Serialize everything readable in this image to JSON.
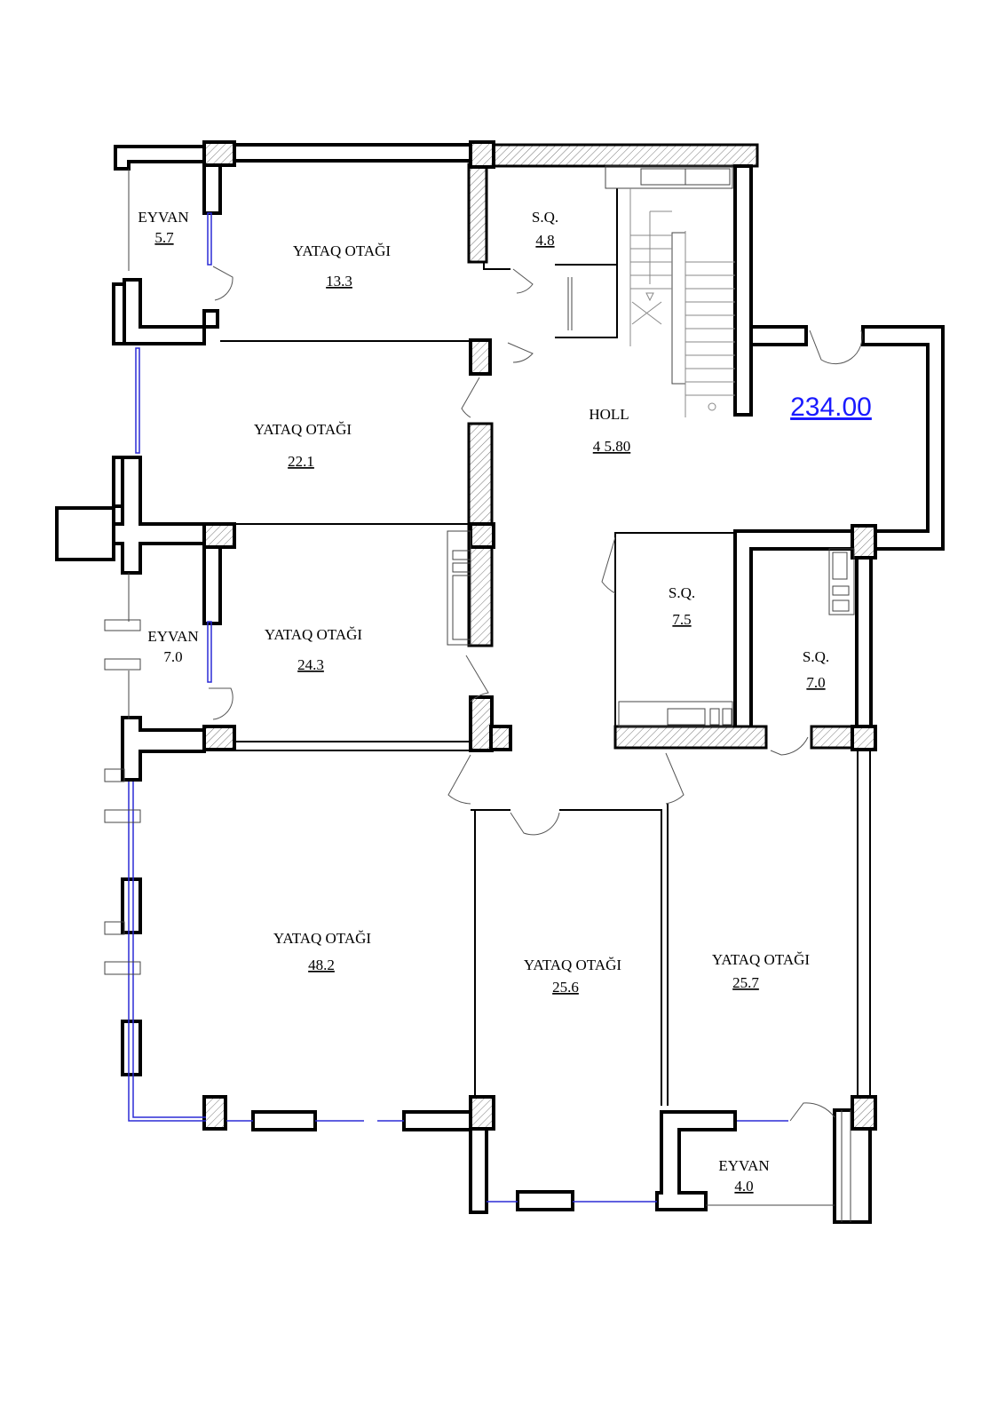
{
  "total_area": "234.00",
  "rooms": [
    {
      "name": "EYVAN",
      "area": "5.7"
    },
    {
      "name": "YATAQ OTAĞI",
      "area": "13.3"
    },
    {
      "name": "S.Q.",
      "area": "4.8"
    },
    {
      "name": "YATAQ OTAĞI",
      "area": "22.1"
    },
    {
      "name": "HOLL",
      "area": "4 5.80"
    },
    {
      "name": "EYVAN",
      "area": "7.0"
    },
    {
      "name": "YATAQ OTAĞI",
      "area": "24.3"
    },
    {
      "name": "S.Q.",
      "area": "7.5"
    },
    {
      "name": "S.Q.",
      "area": "7.0"
    },
    {
      "name": "YATAQ OTAĞI",
      "area": "48.2"
    },
    {
      "name": "YATAQ OTAĞI",
      "area": "25.6"
    },
    {
      "name": "YATAQ  OTAĞI",
      "area": "25.7"
    },
    {
      "name": "EYVAN",
      "area": "4.0"
    }
  ]
}
